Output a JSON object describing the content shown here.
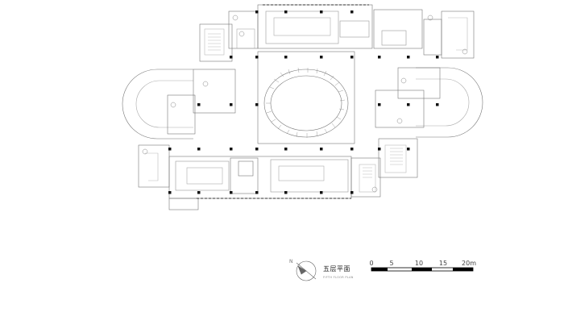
{
  "drawing": {
    "title": "五层平面",
    "subtitle": "FIFTH FLOOR PLAN",
    "north_label": "N"
  },
  "scale_bar": {
    "ticks": [
      "0",
      "5",
      "10",
      "15",
      "20m"
    ]
  },
  "colors": {
    "line": "#555555",
    "light_line": "#9a9a9a",
    "column": "#111111",
    "background": "#ffffff"
  }
}
